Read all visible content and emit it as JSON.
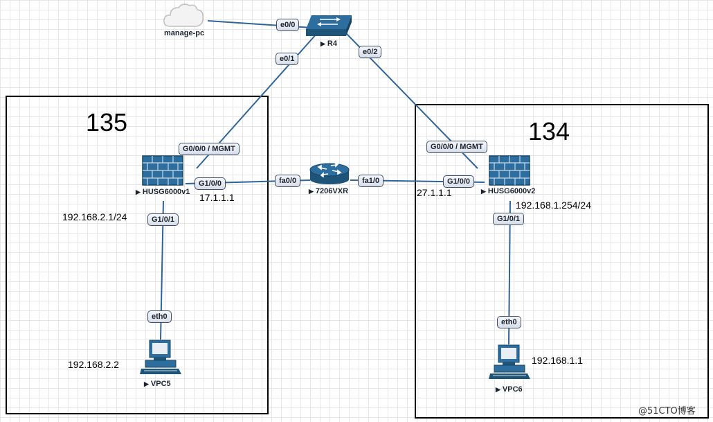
{
  "groups": {
    "left": {
      "label": "135"
    },
    "right": {
      "label": "134"
    }
  },
  "devices": {
    "cloud": {
      "name": "manage-pc",
      "icon": "cloud-icon"
    },
    "switch": {
      "name": "R4",
      "icon": "switch-icon"
    },
    "fw1": {
      "name": "HUSG6000v1",
      "icon": "firewall-icon"
    },
    "fw2": {
      "name": "HUSG6000v2",
      "icon": "firewall-icon"
    },
    "router": {
      "name": "7206VXR",
      "icon": "router-icon"
    },
    "pc5": {
      "name": "VPC5",
      "icon": "pc-icon"
    },
    "pc6": {
      "name": "VPC6",
      "icon": "pc-icon"
    }
  },
  "interfaces": {
    "r4_e00": "e0/0",
    "r4_e01": "e0/1",
    "r4_e02": "e0/2",
    "fw1_mgmt": "G0/0/0 / MGMT",
    "fw1_g100": "G1/0/0",
    "fw1_g101": "G1/0/1",
    "router_fa00": "fa0/0",
    "router_fa10": "fa1/0",
    "fw2_g100": "G1/0/0",
    "fw2_mgmt": "G0/0/0 / MGMT",
    "fw2_g101": "G1/0/1",
    "pc5_eth0": "eth0",
    "pc6_eth0": "eth0"
  },
  "addresses": {
    "fw1_outside": "17.1.1.1",
    "fw1_inside": "192.168.2.1/24",
    "pc5": "192.168.2.2",
    "fw2_outside": "27.1.1.1",
    "fw2_inside": "192.168.1.254/24",
    "pc6": "192.168.1.1"
  },
  "device_marker": "▶",
  "watermark": "@51CTO博客",
  "colors": {
    "link": "#2e6496",
    "icon": "#1f5f8b",
    "box_border": "#000000"
  }
}
